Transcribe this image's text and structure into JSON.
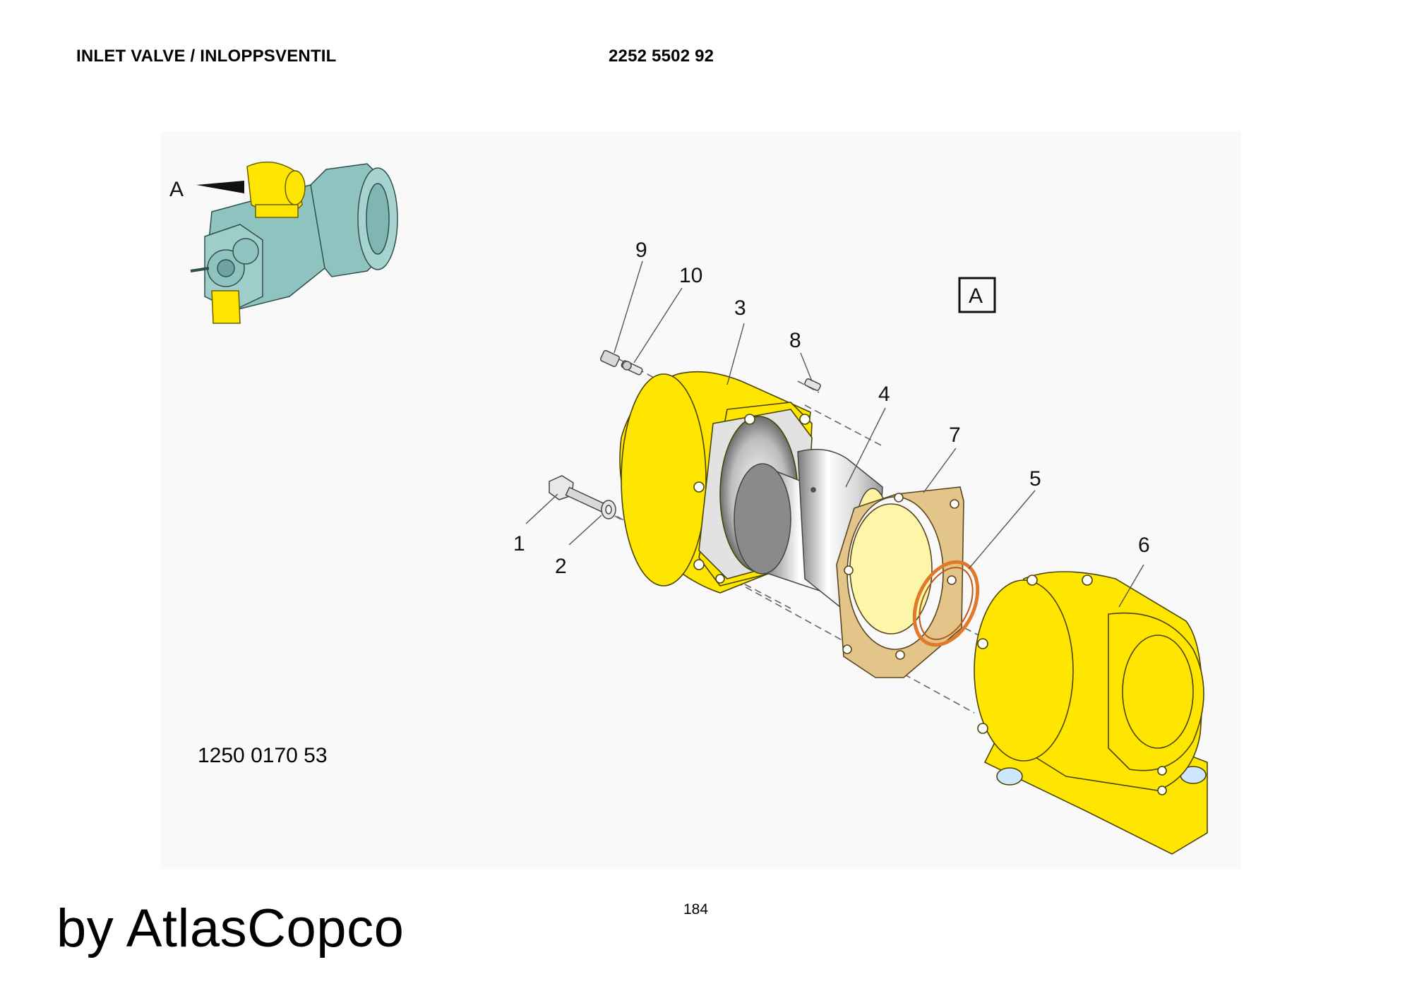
{
  "header": {
    "title": "INLET VALVE / INLOPPSVENTIL",
    "document_number": "2252 5502 92"
  },
  "drawing": {
    "overview_marker": "A",
    "view_label": "A",
    "callouts": [
      "1",
      "2",
      "3",
      "4",
      "5",
      "6",
      "7",
      "8",
      "9",
      "10"
    ],
    "parts": [
      {
        "id": "1",
        "icon": "bolt-icon"
      },
      {
        "id": "2",
        "icon": "washer-icon"
      },
      {
        "id": "3",
        "icon": "valve-housing-icon"
      },
      {
        "id": "4",
        "icon": "valve-piston-icon"
      },
      {
        "id": "5",
        "icon": "o-ring-icon"
      },
      {
        "id": "6",
        "icon": "valve-cover-icon"
      },
      {
        "id": "7",
        "icon": "gasket-icon"
      },
      {
        "id": "8",
        "icon": "screw-icon"
      },
      {
        "id": "9",
        "icon": "plug-icon"
      },
      {
        "id": "10",
        "icon": "nozzle-icon"
      }
    ],
    "colors": {
      "highlight": "#ffe600",
      "compressor": "#8fc3c0",
      "gasket": "#e3c58a",
      "o_ring": "#e07a2a",
      "panel_bg": "#f9f9f9"
    }
  },
  "footer": {
    "part_reference": "1250 0170 53",
    "page_number": "184",
    "brand": "by AtlasCopco"
  }
}
